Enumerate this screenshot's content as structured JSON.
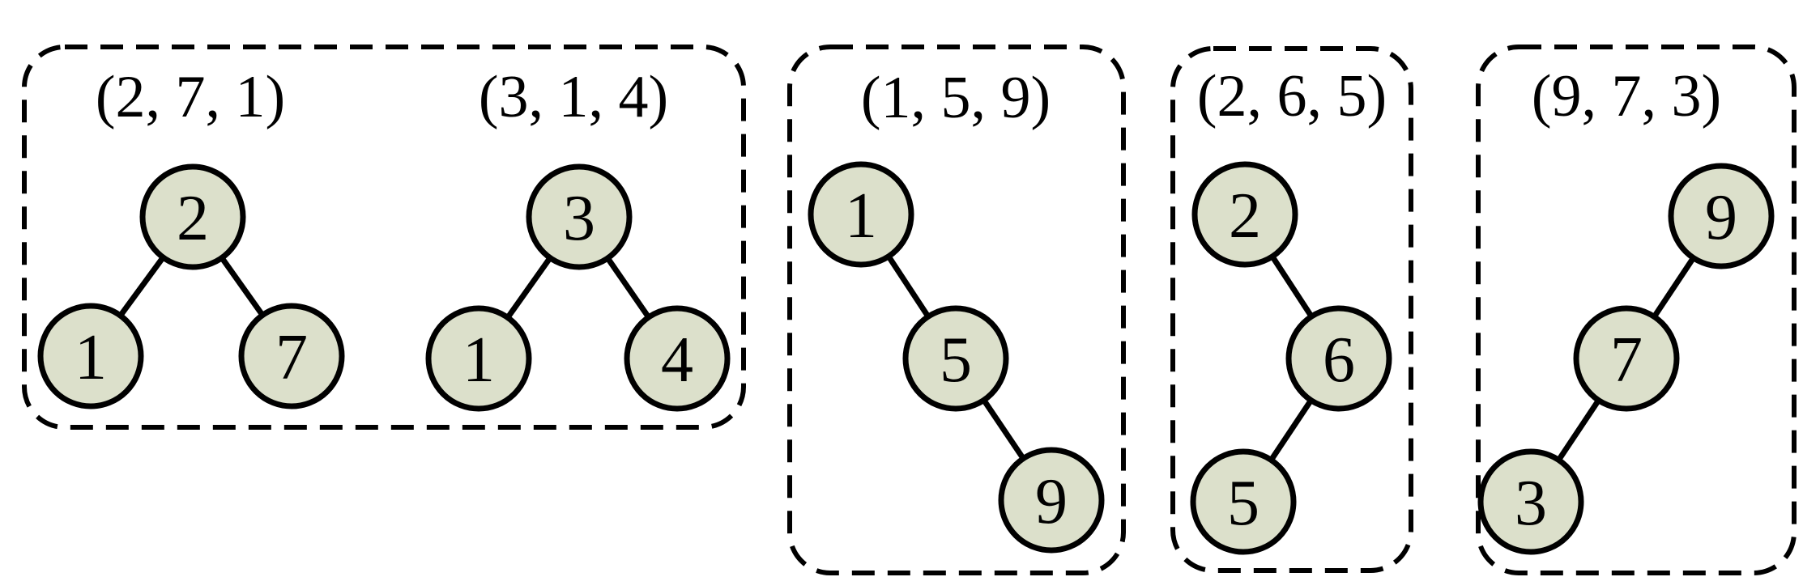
{
  "diagram": {
    "description": "Five dashed rounded boxes containing binary search tree insertion results for number triples",
    "colors": {
      "node_fill": "#dce0cb",
      "node_stroke": "#000000",
      "box_stroke": "#000000",
      "edge_stroke": "#000000",
      "background": "#ffffff"
    },
    "groups": [
      {
        "name": "group-1",
        "trees": [
          {
            "label": "(2, 7, 1)",
            "nodes": [
              {
                "value": "2",
                "role": "root"
              },
              {
                "value": "1",
                "role": "left-child-of-2"
              },
              {
                "value": "7",
                "role": "right-child-of-2"
              }
            ],
            "edges": [
              [
                "2",
                "1"
              ],
              [
                "2",
                "7"
              ]
            ]
          },
          {
            "label": "(3, 1, 4)",
            "nodes": [
              {
                "value": "3",
                "role": "root"
              },
              {
                "value": "1",
                "role": "left-child-of-3"
              },
              {
                "value": "4",
                "role": "right-child-of-3"
              }
            ],
            "edges": [
              [
                "3",
                "1"
              ],
              [
                "3",
                "4"
              ]
            ]
          }
        ]
      },
      {
        "name": "group-2",
        "trees": [
          {
            "label": "(1, 5, 9)",
            "nodes": [
              {
                "value": "1",
                "role": "root"
              },
              {
                "value": "5",
                "role": "right-child-of-1"
              },
              {
                "value": "9",
                "role": "right-child-of-5"
              }
            ],
            "edges": [
              [
                "1",
                "5"
              ],
              [
                "5",
                "9"
              ]
            ]
          }
        ]
      },
      {
        "name": "group-3",
        "trees": [
          {
            "label": "(2, 6, 5)",
            "nodes": [
              {
                "value": "2",
                "role": "root"
              },
              {
                "value": "6",
                "role": "right-child-of-2"
              },
              {
                "value": "5",
                "role": "left-child-of-6"
              }
            ],
            "edges": [
              [
                "2",
                "6"
              ],
              [
                "6",
                "5"
              ]
            ]
          }
        ]
      },
      {
        "name": "group-4",
        "trees": [
          {
            "label": "(9, 7, 3)",
            "nodes": [
              {
                "value": "9",
                "role": "root"
              },
              {
                "value": "7",
                "role": "left-child-of-9"
              },
              {
                "value": "3",
                "role": "left-child-of-7"
              }
            ],
            "edges": [
              [
                "9",
                "7"
              ],
              [
                "7",
                "3"
              ]
            ]
          }
        ]
      }
    ]
  }
}
